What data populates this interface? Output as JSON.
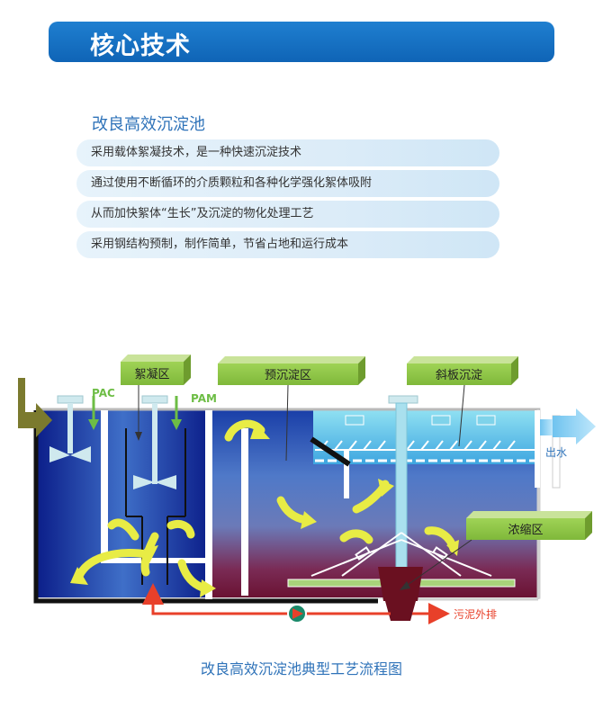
{
  "header": {
    "title": "核心技术"
  },
  "section": {
    "title": "改良高效沉淀池"
  },
  "features": [
    "采用载体絮凝技术，是一种快速沉淀技术",
    "通过使用不断循环的介质颗粒和各种化学强化絮体吸附",
    "从而加快絮体“生长”及沉淀的物化处理工艺",
    "采用钢结构预制，制作简单，节省占地和运行成本"
  ],
  "diagram": {
    "zone_labels": {
      "flocculation": "絮凝区",
      "pre_settling": "预沉淀区",
      "inclined_plate": "斜板沉淀",
      "thickening": "浓缩区"
    },
    "chemicals": {
      "pac": "PAC",
      "pam": "PAM"
    },
    "outlet_label": "出水",
    "sludge_discharge_label": "污泥外排"
  },
  "caption": "改良高效沉淀池典型工艺流程图",
  "colors": {
    "brand_blue": "#1470c4",
    "label_green": "#8cc63f",
    "arrow_yellow": "#e8ec45",
    "recirculation_red": "#e8402a",
    "inlet_olive": "#7b7a2e",
    "dosing_green": "#6dbd45"
  }
}
